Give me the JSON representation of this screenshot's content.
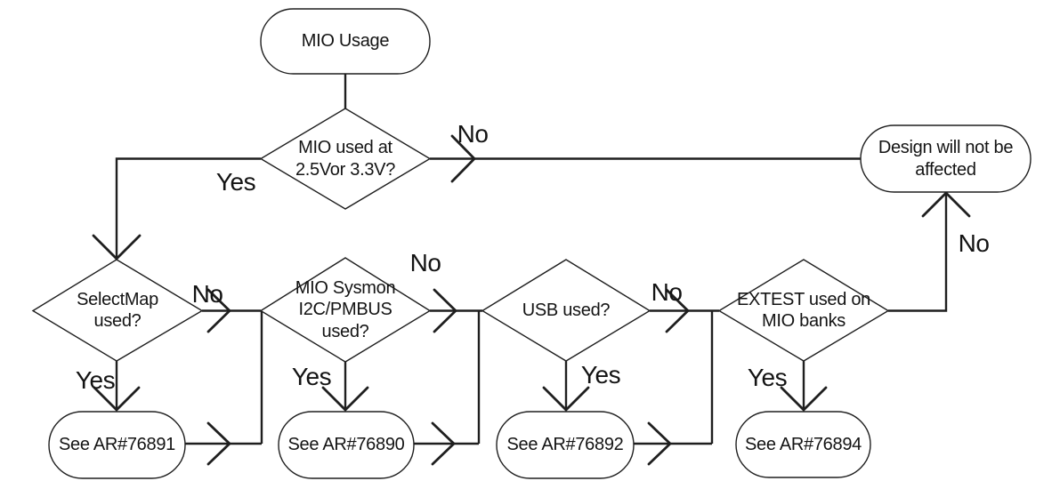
{
  "diagram": {
    "background": "#ffffff",
    "stroke_color": "#1f1f1f",
    "text_color": "#141414",
    "nodes": {
      "start": "MIO Usage",
      "decision_voltage": "MIO used at 2.5Vor 3.3V?",
      "design_not_affected": "Design will not be affected",
      "decision_selectmap": "SelectMap used?",
      "decision_sysmon": "MIO Sysmon I2C/PMBUS used?",
      "decision_usb": "USB used?",
      "decision_extest": "EXTEST used on MIO banks",
      "ar_76891": "See AR#76891",
      "ar_76890": "See AR#76890",
      "ar_76892": "See AR#76892",
      "ar_76894": "See AR#76894"
    },
    "edge_labels": {
      "voltage_no": "No",
      "voltage_yes": "Yes",
      "selectmap_no": "No",
      "selectmap_yes": "Yes",
      "sysmon_no": "No",
      "sysmon_yes": "Yes",
      "usb_no": "No",
      "usb_yes": "Yes",
      "extest_no": "No",
      "extest_yes": "Yes"
    }
  }
}
